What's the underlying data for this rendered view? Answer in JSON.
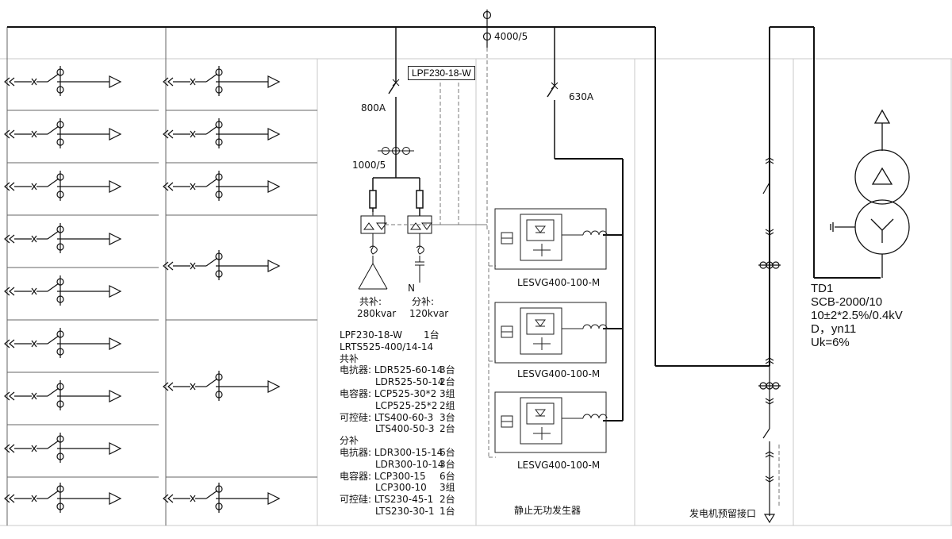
{
  "bus_ct": "4000/5",
  "filter_box": "LPF230-18-W",
  "breaker_800": "800A",
  "ct_1000": "1000/5",
  "breaker_630": "630A",
  "comp_common": "共补:",
  "comp_common_val": "280kvar",
  "comp_split": "分补:",
  "comp_split_val": "120kvar",
  "neutral": "N",
  "svg_units": [
    "LESVG400-100-M",
    "LESVG400-100-M",
    "LESVG400-100-M"
  ],
  "svg_section_title": "静止无功发生器",
  "generator_title": "发电机预留接口",
  "transformer": [
    "TD1",
    "SCB-2000/10",
    "10±2*2.5%/0.4kV",
    "D，yn11",
    "Uk=6%"
  ],
  "equipment_list": [
    [
      "LPF230-18-W",
      "1台"
    ],
    [
      "LRTS525-400/14-14",
      ""
    ],
    [
      "共补",
      ""
    ],
    [
      "电抗器:  LDR525-60-14",
      "3台"
    ],
    [
      "LDR525-50-14",
      "2台"
    ],
    [
      "电容器:  LCP525-30*2",
      "3组"
    ],
    [
      "LCP525-25*2",
      "2组"
    ],
    [
      "可控硅:  LTS400-60-3",
      "3台"
    ],
    [
      "LTS400-50-3",
      "2台"
    ],
    [
      "分补",
      ""
    ],
    [
      "电抗器:  LDR300-15-14",
      "6台"
    ],
    [
      "LDR300-10-14",
      "3台"
    ],
    [
      "电容器:  LCP300-15",
      "6台"
    ],
    [
      "LCP300-10",
      "3组"
    ],
    [
      "可控硅:  LTS230-45-1",
      "2台"
    ],
    [
      "LTS230-30-1",
      "1台"
    ]
  ]
}
